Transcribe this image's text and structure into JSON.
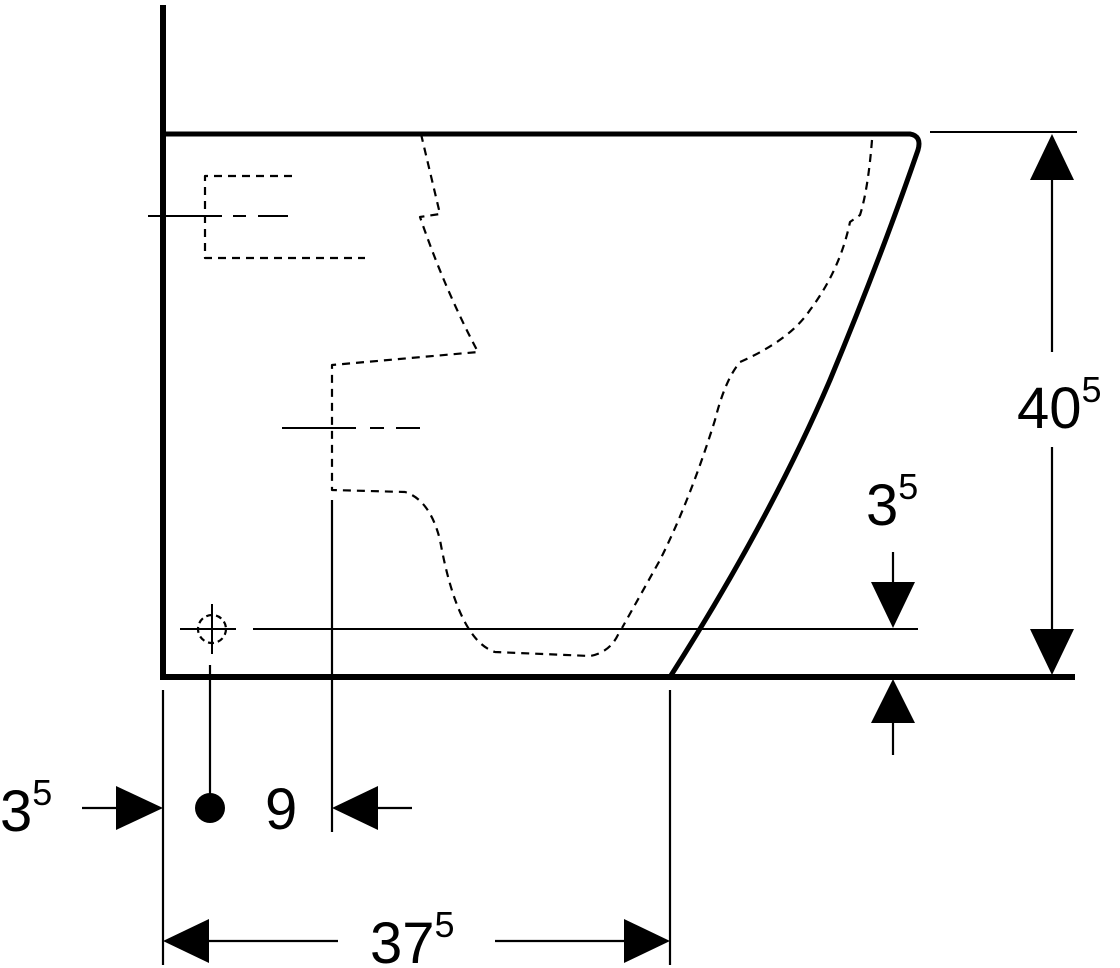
{
  "dimensions": {
    "height_total": {
      "main": "40",
      "sup": "5"
    },
    "floor_gap": {
      "main": "3",
      "sup": "5"
    },
    "wall_to_axis": {
      "main": "3",
      "sup": "5"
    },
    "axis_to_outlet": {
      "main": "9"
    },
    "wall_to_front": {
      "main": "37",
      "sup": "5"
    }
  },
  "colors": {
    "line": "#000000",
    "background": "#ffffff"
  }
}
